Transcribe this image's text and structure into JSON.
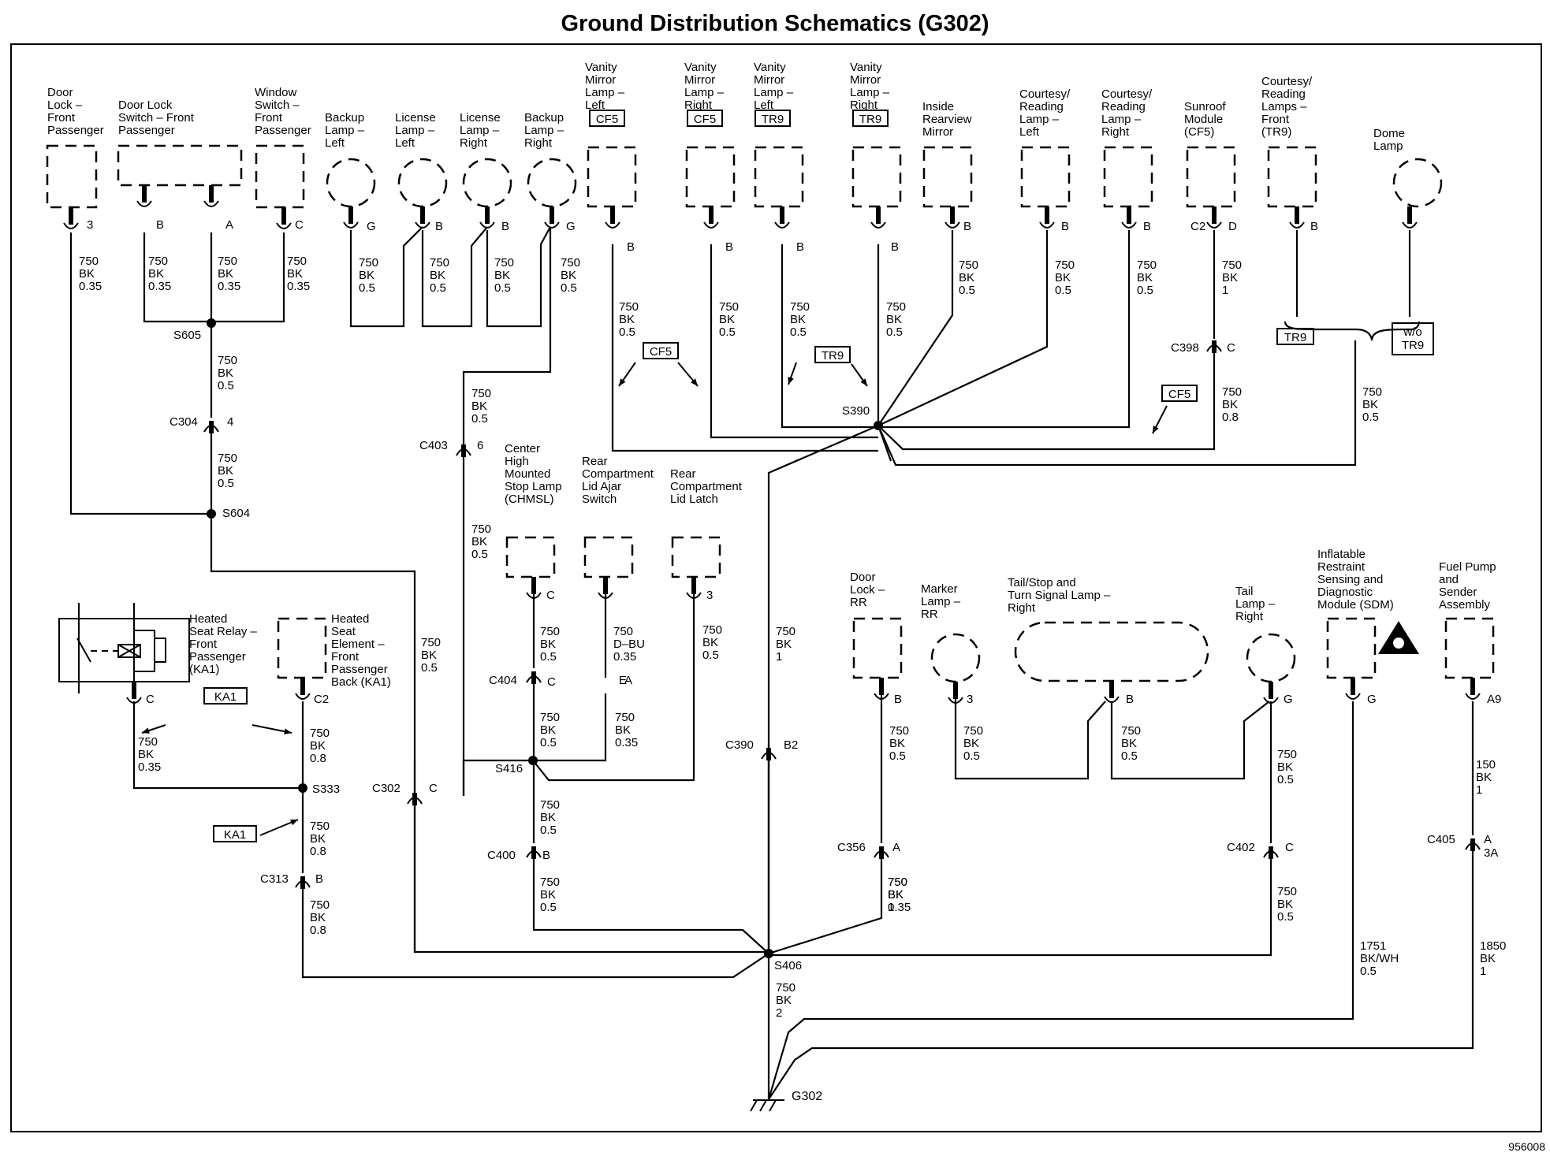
{
  "title": "Ground Distribution Schematics (G302)",
  "doc_number": "956008",
  "ground": "G302",
  "components": [
    {
      "lines": [
        "Door",
        "Lock –",
        "Front",
        "Passenger"
      ]
    },
    {
      "lines": [
        "Door Lock",
        "Switch – Front",
        "Passenger"
      ]
    },
    {
      "lines": [
        "Window",
        "Switch –",
        "Front",
        "Passenger"
      ]
    },
    {
      "lines": [
        "Backup",
        "Lamp –",
        "Left"
      ]
    },
    {
      "lines": [
        "License",
        "Lamp –",
        "Left"
      ]
    },
    {
      "lines": [
        "License",
        "Lamp –",
        "Right"
      ]
    },
    {
      "lines": [
        "Backup",
        "Lamp –",
        "Right"
      ]
    },
    {
      "lines": [
        "Vanity",
        "Mirror",
        "Lamp –",
        "Left"
      ]
    },
    {
      "lines": [
        "Vanity",
        "Mirror",
        "Lamp –",
        "Right"
      ]
    },
    {
      "lines": [
        "Vanity",
        "Mirror",
        "Lamp –",
        "Left"
      ]
    },
    {
      "lines": [
        "Vanity",
        "Mirror",
        "Lamp –",
        "Right"
      ]
    },
    {
      "lines": [
        "Inside",
        "Rearview",
        "Mirror"
      ]
    },
    {
      "lines": [
        "Courtesy/",
        "Reading",
        "Lamp –",
        "Left"
      ]
    },
    {
      "lines": [
        "Courtesy/",
        "Reading",
        "Lamp –",
        "Right"
      ]
    },
    {
      "lines": [
        "Sunroof",
        "Module",
        "(CF5)"
      ]
    },
    {
      "lines": [
        "Courtesy/",
        "Reading",
        "Lamps –",
        "Front",
        "(TR9)"
      ]
    },
    {
      "lines": [
        "Dome",
        "Lamp"
      ]
    },
    {
      "lines": [
        "Center",
        "High",
        "Mounted",
        "Stop Lamp",
        "(CHMSL)"
      ]
    },
    {
      "lines": [
        "Rear",
        "Compartment",
        "Lid Ajar",
        "Switch"
      ]
    },
    {
      "lines": [
        "Rear",
        "Compartment",
        "Lid Latch"
      ]
    },
    {
      "lines": [
        "Heated",
        "Seat Relay –",
        "Front",
        "Passenger",
        "(KA1)"
      ]
    },
    {
      "lines": [
        "Heated",
        "Seat",
        "Element –",
        "Front",
        "Passenger",
        "Back (KA1)"
      ]
    },
    {
      "lines": [
        "Door",
        "Lock –",
        "RR"
      ]
    },
    {
      "lines": [
        "Marker",
        "Lamp –",
        "RR"
      ]
    },
    {
      "lines": [
        "Tail/Stop and",
        "Turn Signal Lamp –",
        "Right"
      ]
    },
    {
      "lines": [
        "Tail",
        "Lamp –",
        "Right"
      ]
    },
    {
      "lines": [
        "Inflatable",
        "Restraint",
        "Sensing and",
        "Diagnostic",
        "Module (SDM)"
      ]
    },
    {
      "lines": [
        "Fuel Pump",
        "and",
        "Sender",
        "Assembly"
      ]
    }
  ],
  "option_boxes": [
    "CF5",
    "CF5",
    "TR9",
    "TR9",
    "CF5",
    "TR9",
    "CF5",
    "TR9",
    "w/o TR9",
    "KA1",
    "KA1"
  ],
  "pins": [
    "3",
    "B",
    "A",
    "C",
    "G",
    "B",
    "B",
    "G",
    "B",
    "B",
    "B",
    "B",
    "B",
    "B",
    "B",
    "C2",
    "D",
    "B",
    "C",
    "A",
    "3",
    "C",
    "C2",
    "B",
    "3",
    "B",
    "G",
    "G",
    "A9",
    "C",
    "4",
    "6",
    "C",
    "C",
    "B2",
    "B",
    "E",
    "A",
    "C",
    "A",
    "3A",
    "B"
  ],
  "connectors": [
    "C398",
    "C304",
    "C403",
    "C404",
    "C390",
    "C302",
    "C313",
    "C400",
    "C356",
    "C402",
    "C405"
  ],
  "splices": [
    "S605",
    "S604",
    "S390",
    "S416",
    "S333",
    "S406"
  ],
  "wires": [
    [
      "750",
      "BK",
      "0.35"
    ],
    [
      "750",
      "BK",
      "0.35"
    ],
    [
      "750",
      "BK",
      "0.35"
    ],
    [
      "750",
      "BK",
      "0.35"
    ],
    [
      "750",
      "BK",
      "0.5"
    ],
    [
      "750",
      "BK",
      "0.5"
    ],
    [
      "750",
      "BK",
      "0.5"
    ],
    [
      "750",
      "BK",
      "0.5"
    ],
    [
      "750",
      "BK",
      "0.5"
    ],
    [
      "750",
      "BK",
      "0.5"
    ],
    [
      "750",
      "BK",
      "0.5"
    ],
    [
      "750",
      "BK",
      "0.5"
    ],
    [
      "750",
      "BK",
      "0.5"
    ],
    [
      "750",
      "BK",
      "0.5"
    ],
    [
      "750",
      "BK",
      "0.5"
    ],
    [
      "750",
      "BK",
      "1"
    ],
    [
      "750",
      "BK",
      "0.8"
    ],
    [
      "750",
      "BK",
      "0.5"
    ],
    [
      "750",
      "BK",
      "0.5"
    ],
    [
      "750",
      "BK",
      "0.5"
    ],
    [
      "750",
      "BK",
      "0.5"
    ],
    [
      "750",
      "BK",
      "0.5"
    ],
    [
      "750",
      "BK",
      "0.5"
    ],
    [
      "750",
      "D–BU",
      "0.35"
    ],
    [
      "750",
      "BK",
      "0.5"
    ],
    [
      "750",
      "BK",
      "0.5"
    ],
    [
      "750",
      "BK",
      "0.35"
    ],
    [
      "750",
      "BK",
      "1"
    ],
    [
      "750",
      "BK",
      "0.35"
    ],
    [
      "750",
      "BK",
      "0.8"
    ],
    [
      "750",
      "BK",
      "0.8"
    ],
    [
      "750",
      "BK",
      "0.8"
    ],
    [
      "750",
      "BK",
      "0.5"
    ],
    [
      "750",
      "BK",
      "0.5"
    ],
    [
      "750",
      "BK",
      "0.5"
    ],
    [
      "750",
      "BK",
      "0.5"
    ],
    [
      "750",
      "BK",
      "0.5"
    ],
    [
      "750",
      "BK",
      "0.5"
    ],
    [
      "750",
      "BK",
      "0.5"
    ],
    [
      "750",
      "BK",
      "1"
    ],
    [
      "750",
      "BK",
      "0.35"
    ],
    [
      "750",
      "BK",
      "0.5"
    ],
    [
      "150",
      "BK",
      "1"
    ],
    [
      "1751",
      "BK/WH",
      "0.5"
    ],
    [
      "1850",
      "BK",
      "1"
    ],
    [
      "750",
      "BK",
      "2"
    ]
  ]
}
